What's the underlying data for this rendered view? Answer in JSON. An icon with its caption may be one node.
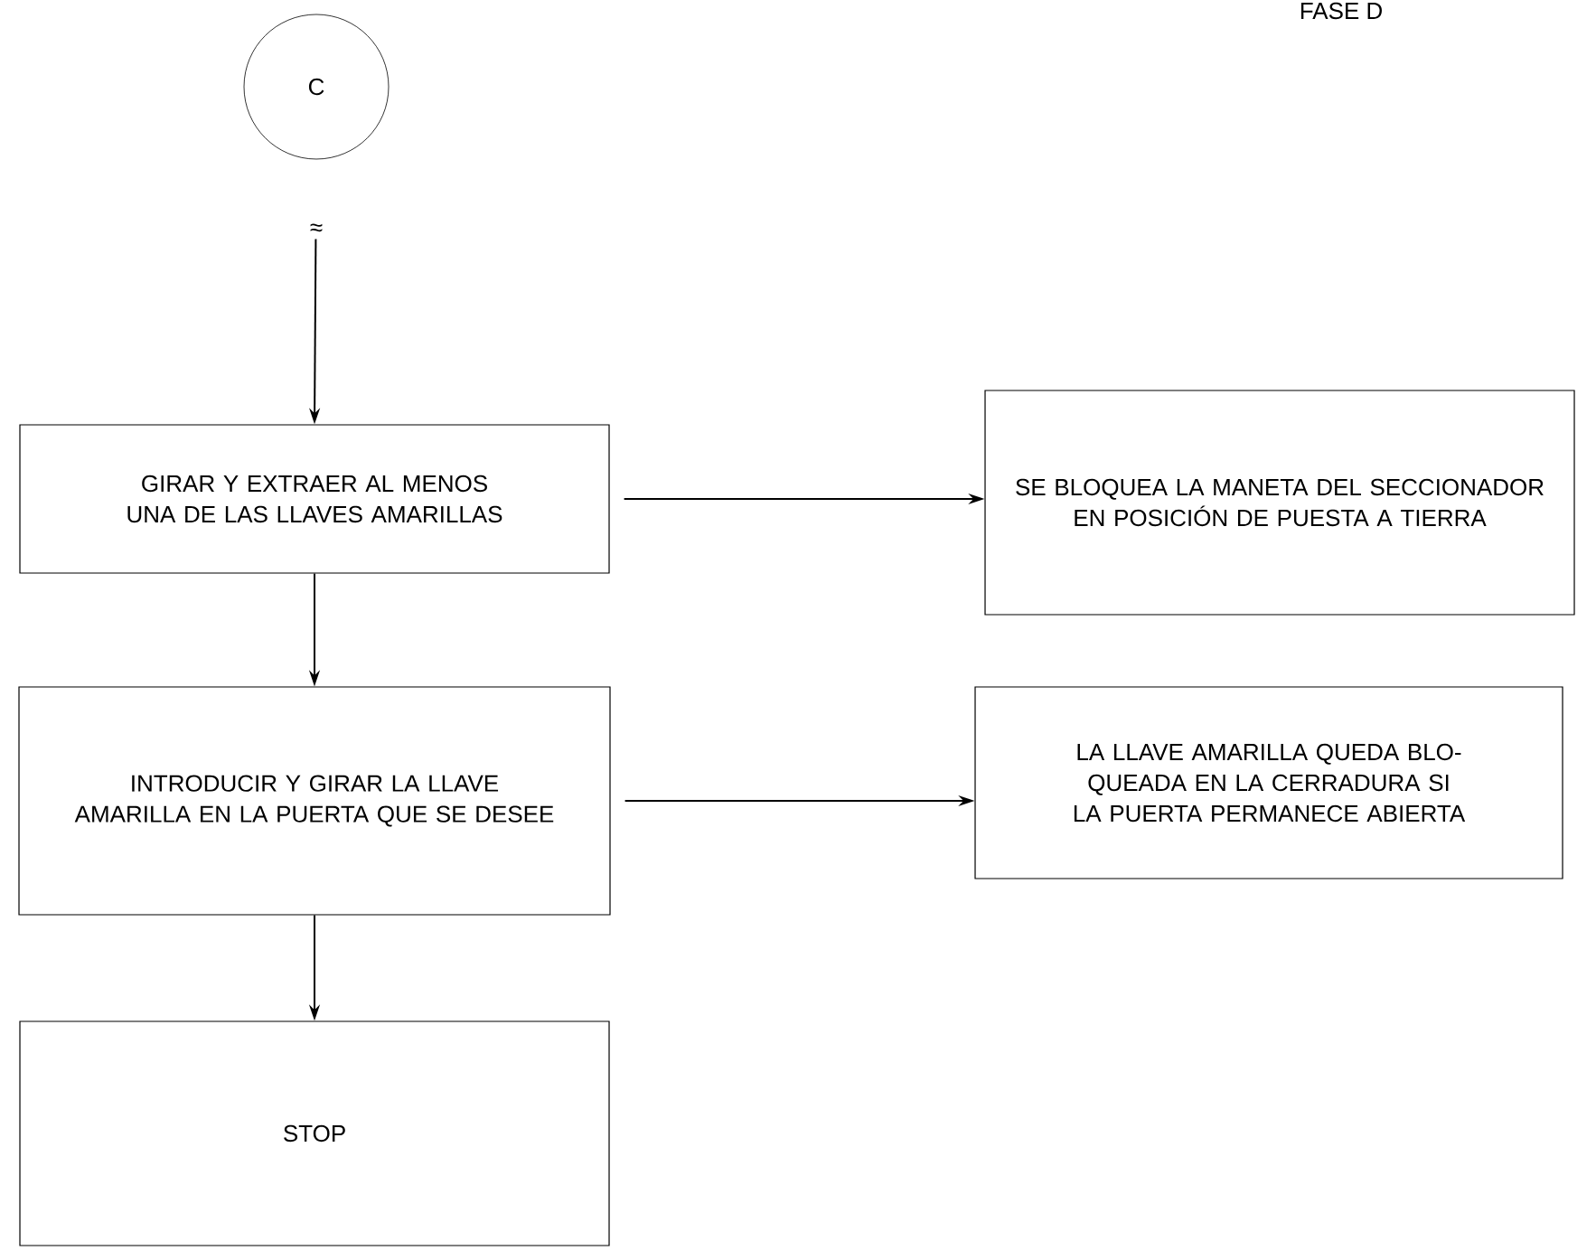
{
  "diagram": {
    "nodes": [
      {
        "text": [
          "C"
        ]
      },
      {
        "text": [
          "GIRAR Y EXTRAER AL MENOS UNA DE LAS LLAVES AMARILLAS"
        ]
      },
      {
        "text": [
          "SE BLOQUEA LA MANETA DEL SECCIONADOR EN POSICIÓN DE PUESTA A TIERRA"
        ]
      },
      {
        "text": [
          "INTRODUCIR Y GIRAR LA LLAVE AMARILLA EN LA PUERTA QUE SE DESEE"
        ]
      },
      {
        "text": [
          "LA LLAVE AMARILLA QUEDA BLO- QUEADA EN LA CERRADURA SI LA PUERTA PERMANECE ABIERTA"
        ]
      },
      {
        "text": [
          "STOP"
        ]
      }
    ],
    "edges": [
      {
        "from": 0,
        "to": 1,
        "arrow": "to"
      },
      {
        "from": 1,
        "to": 2,
        "arrow": "to"
      },
      {
        "from": 1,
        "to": 3,
        "arrow": "to"
      },
      {
        "from": 3,
        "to": 4,
        "arrow": "to"
      },
      {
        "from": 3,
        "to": 5,
        "arrow": "to"
      }
    ],
    "labels": [
      "FASE D",
      "≈"
    ]
  }
}
